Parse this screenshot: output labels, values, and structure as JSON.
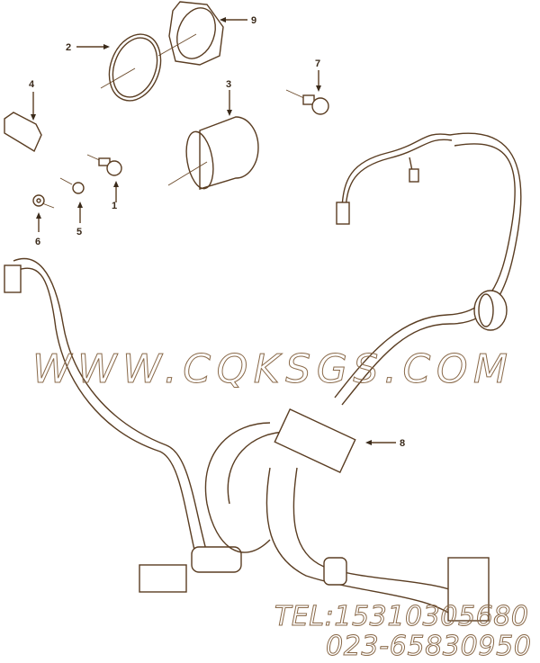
{
  "diagram": {
    "callouts": [
      "1",
      "2",
      "3",
      "4",
      "5",
      "6",
      "7",
      "8",
      "9"
    ],
    "watermark": "WWW.CQKSGS.COM",
    "contact": {
      "tel": "TEL:15310305680",
      "phone2": "023-65830950"
    },
    "colors": {
      "line": "#5a3d22",
      "watermark": "#8a6a4a",
      "background": "#ffffff"
    }
  }
}
